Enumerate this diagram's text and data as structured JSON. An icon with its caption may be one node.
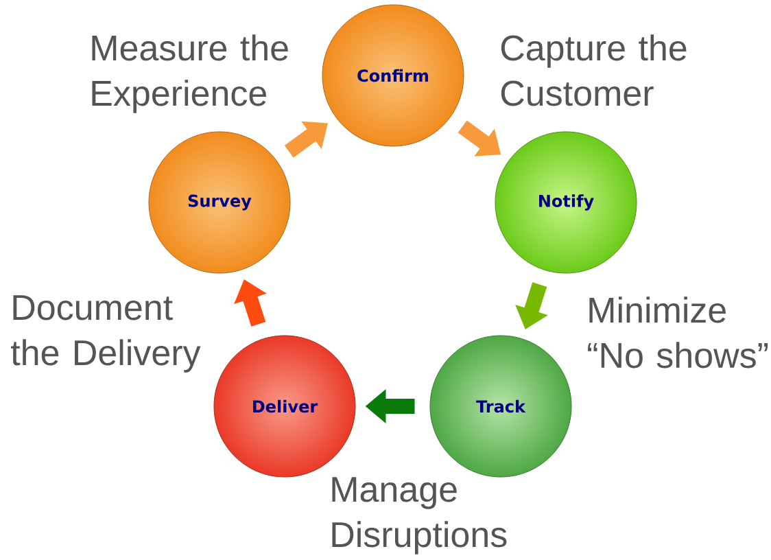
{
  "diagram": {
    "nodes": [
      {
        "text": [
          "Confirm"
        ]
      },
      {
        "text": [
          "Notify"
        ]
      },
      {
        "text": [
          "Track"
        ]
      },
      {
        "text": [
          "Deliver"
        ]
      },
      {
        "text": [
          "Survey"
        ]
      }
    ],
    "edges": [
      {
        "from": 0,
        "to": 1,
        "arrow": "to",
        "color": "#f79a3c"
      },
      {
        "from": 1,
        "to": 2,
        "arrow": "to",
        "color": "#78b800"
      },
      {
        "from": 2,
        "to": 3,
        "arrow": "to",
        "color": "#0a7a0a"
      },
      {
        "from": 3,
        "to": 4,
        "arrow": "to",
        "color": "#ff4a10"
      },
      {
        "from": 4,
        "to": 0,
        "arrow": "to",
        "color": "#f79a3c"
      }
    ],
    "labels": [
      "Measure the Experience",
      "Capture the Customer",
      "Minimize “No shows”",
      "Document the Delivery",
      "Manage Disruptions"
    ]
  }
}
